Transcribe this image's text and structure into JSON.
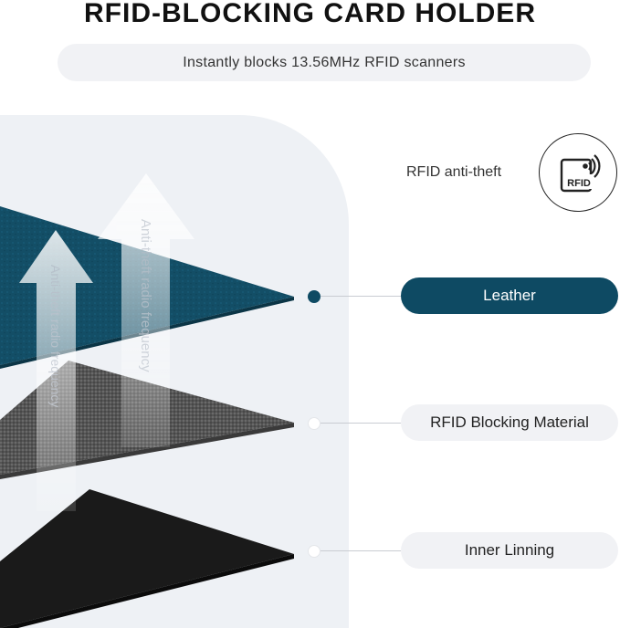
{
  "header": {
    "title": "RFID-BLOCKING CARD HOLDER",
    "subtitle": "Instantly blocks 13.56MHz RFID scanners"
  },
  "badge": {
    "label": "RFID anti-theft",
    "icon_text": "RFID",
    "icon": "rfid-signal-icon"
  },
  "illustration": {
    "arrow_text_back": "Anti-theft radio frequency",
    "arrow_text_front": "Anti-theft radio frequency"
  },
  "layers": [
    {
      "label": "Leather",
      "style": "dark"
    },
    {
      "label": "RFID Blocking Material",
      "style": "light"
    },
    {
      "label": "Inner Linning",
      "style": "light"
    }
  ],
  "colors": {
    "accent": "#0e4a63",
    "leather": "#134e66",
    "blocking_material": "#555555",
    "inner_lining": "#1a1a1a",
    "pill_background": "#f1f2f5"
  }
}
